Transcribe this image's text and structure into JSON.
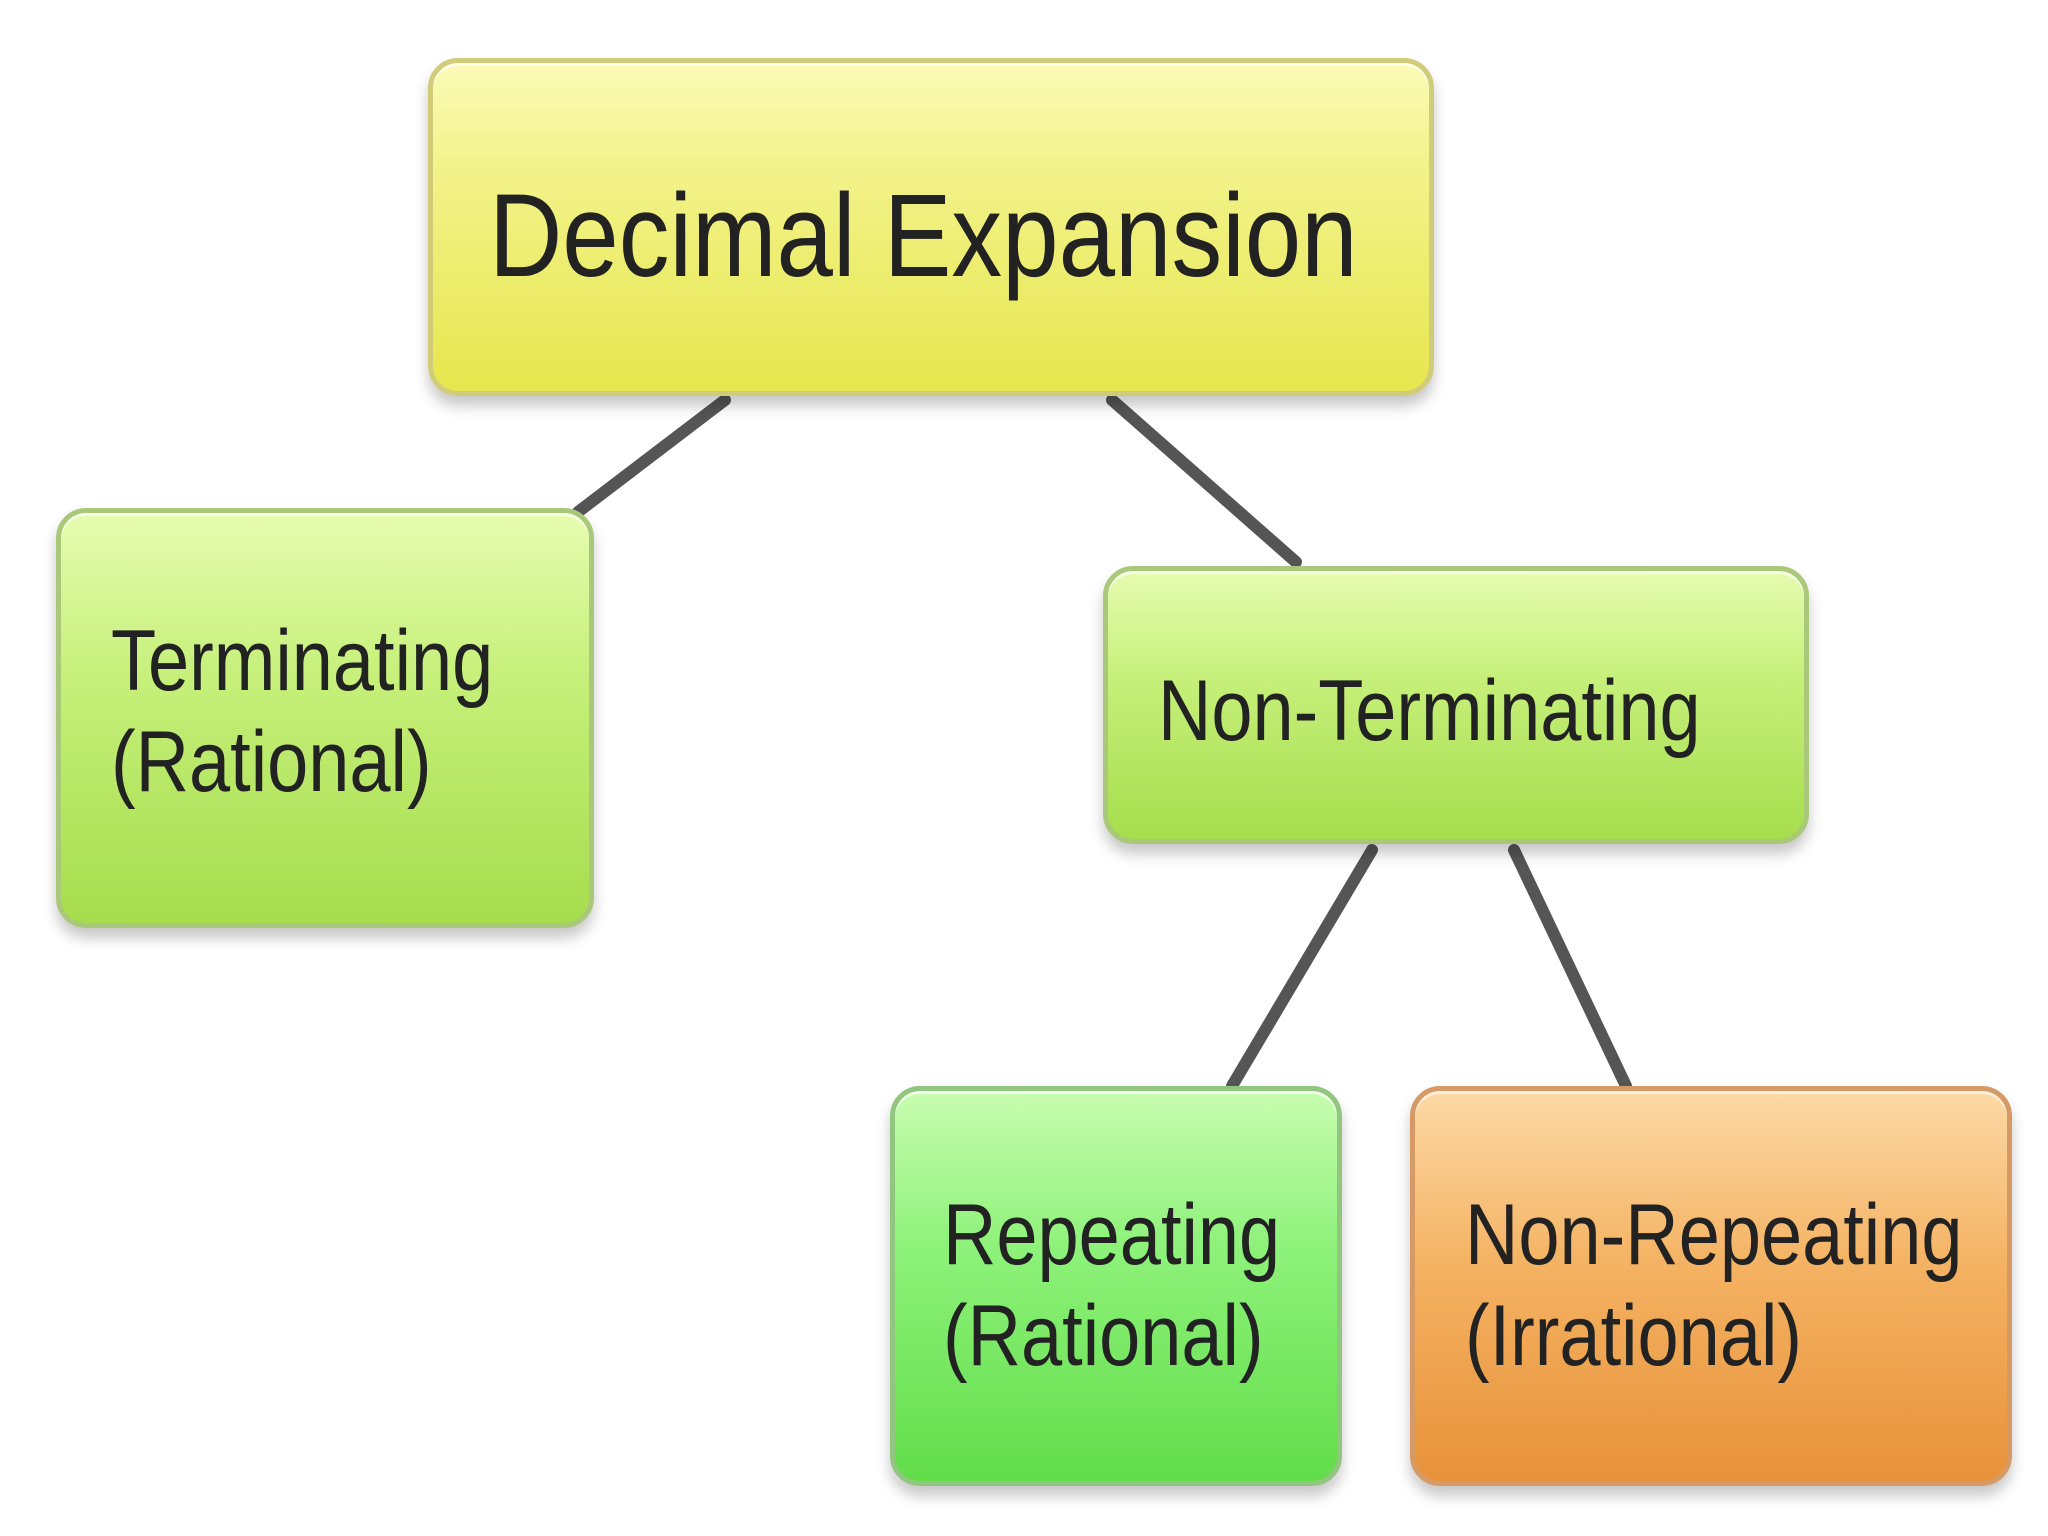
{
  "diagram": {
    "root": {
      "lines": [
        "Decimal Expansion"
      ],
      "color": "#f3f38d"
    },
    "terminating": {
      "lines": [
        "Terminating",
        "(Rational)"
      ],
      "color": "#c6f07a"
    },
    "non_terminating": {
      "lines": [
        "Non-Terminating"
      ],
      "color": "#c6f07a"
    },
    "repeating": {
      "lines": [
        "Repeating",
        "(Rational)"
      ],
      "color": "#8ef27a"
    },
    "non_repeating": {
      "lines": [
        "Non-Repeating",
        "(Irrational)"
      ],
      "color": "#f4b262"
    },
    "connector_color": "#555555"
  }
}
